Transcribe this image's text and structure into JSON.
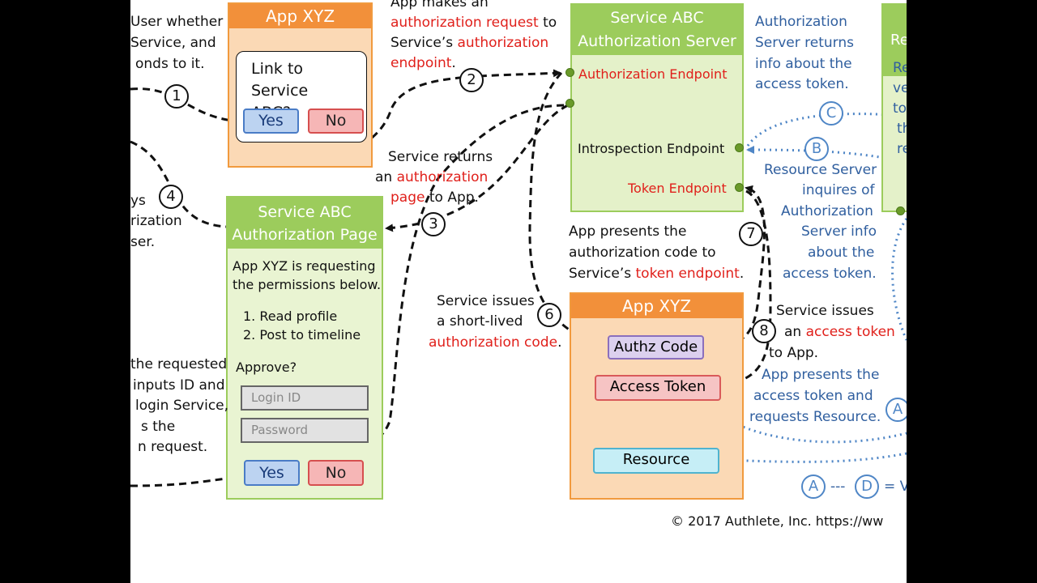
{
  "app_xyz_top": {
    "title": "App XYZ",
    "dialog_text": "Link to Service ABC?",
    "yes": "Yes",
    "no": "No"
  },
  "auth_server": {
    "title": "Service ABC Authorization Server",
    "authz_endpoint": "Authorization Endpoint",
    "introspection_endpoint": "Introspection Endpoint",
    "token_endpoint": "Token Endpoint"
  },
  "auth_page": {
    "title": "Service ABC Authorization Page",
    "intro": "App XYZ is requesting the permissions below.",
    "permissions": [
      "1.  Read profile",
      "2.  Post to timeline"
    ],
    "approve": "Approve?",
    "login_placeholder": "Login ID",
    "password_placeholder": "Password",
    "yes": "Yes",
    "no": "No"
  },
  "app_xyz_bottom": {
    "title": "App XYZ",
    "authz_code": "Authz Code",
    "access_token": "Access Token",
    "resource": "Resource"
  },
  "resource_server_partial": {
    "title": "Re",
    "body": [
      "Re",
      "ve",
      "to",
      "th",
      "re"
    ]
  },
  "annotations": {
    "top_left": [
      "User whether",
      "Service, and",
      "onds to it."
    ],
    "mid_left": [
      "ys",
      "rization",
      "ser."
    ],
    "bottom_left": [
      "the requested",
      "inputs ID and",
      "login Service,",
      "s the",
      "n request."
    ],
    "step2": {
      "plain1": "App makes an",
      "red1": "authorization request",
      "plain2": " to",
      "plain3": "Service’s ",
      "red2": "authorization",
      "red3": "endpoint",
      "plain4": "."
    },
    "step3": {
      "plain1": "Service returns",
      "plain2": "an ",
      "red1": "authorization",
      "red2": "page",
      "plain3": " to App."
    },
    "step6": {
      "plain1": "Service issues",
      "plain2": "a short-lived",
      "red1": "authorization code",
      "plain3": "."
    },
    "step7": {
      "plain1": "App presents the",
      "plain2": "authorization code to",
      "plain3": "Service’s ",
      "red1": "token endpoint",
      "plain4": "."
    },
    "step8": {
      "plain1": "Service issues",
      "plain2": "an ",
      "red1": "access token",
      "plain3": "to App."
    },
    "stepC": [
      "Authorization",
      "Server returns",
      "info about the",
      "access token."
    ],
    "stepB": [
      "Resource Server",
      "inquires of",
      "Authorization",
      "Server info",
      "about the",
      "access token."
    ],
    "stepA": [
      "App presents the",
      "access token and",
      "requests Resource."
    ]
  },
  "steps": [
    "1",
    "2",
    "3",
    "4",
    "6",
    "7",
    "8"
  ],
  "blue_steps": [
    "A",
    "B",
    "C",
    "D"
  ],
  "legend": {
    "dash": "---",
    "eq": "= V"
  },
  "copyright": "© 2017 Authlete, Inc.  https://ww",
  "colors": {
    "orange_header": "#f2903a",
    "green_header": "#9ccc5c",
    "red_text": "#e0201b",
    "blue_text": "#305f9f",
    "blue_line": "#4f86c6"
  }
}
